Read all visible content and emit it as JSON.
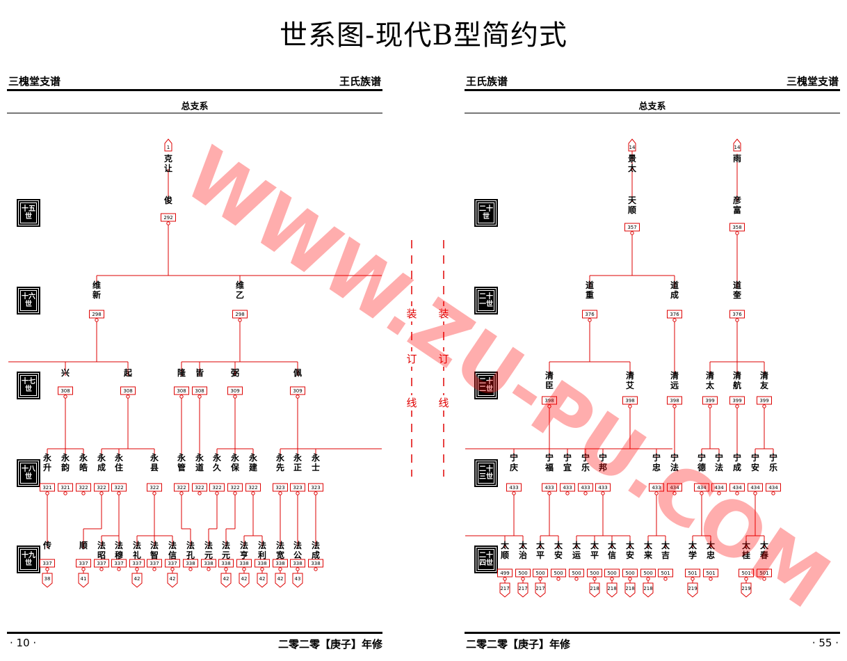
{
  "main_title": "世系图-现代B型简约式",
  "left_page": {
    "header_left": "三槐堂支谱",
    "header_right": "王氏族谱",
    "section_title": "总支系",
    "footer_left": "· 10 ·",
    "footer_right": "二零二零【庚子】年修",
    "generations": [
      "十五世",
      "十六世",
      "十七世",
      "十八世",
      "十九世"
    ]
  },
  "right_page": {
    "header_left": "王氏族谱",
    "header_right": "三槐堂支谱",
    "section_title": "总支系",
    "footer_left": "二零二零【庚子】年修",
    "footer_right": "· 55 ·",
    "generations": [
      "二十世",
      "二十一世",
      "二十二世",
      "二十三世",
      "二十四世"
    ]
  },
  "binding": {
    "chars": [
      "装",
      "订",
      "线"
    ]
  },
  "watermark": "WWW.ZU-PU.COM",
  "colors": {
    "line": "#cc0000",
    "binding": "#e00000",
    "watermark": "#ff0000"
  },
  "tree": {
    "nodes": [
      {
        "id": "a",
        "name": "克让",
        "box": "1",
        "row": "top"
      },
      {
        "id": "b",
        "name": "俊",
        "box": "292",
        "row": "g1"
      },
      {
        "id": "c",
        "name": "维新",
        "box": "298",
        "row": "g2"
      },
      {
        "id": "d",
        "name": "维乙",
        "box": "298",
        "row": "g2"
      },
      {
        "id": "e",
        "name": "兴",
        "box": "308",
        "row": "g3"
      },
      {
        "id": "f",
        "name": "起",
        "box": "308",
        "row": "g3"
      },
      {
        "id": "g",
        "name": "隆",
        "box": "308",
        "row": "g3"
      },
      {
        "id": "h",
        "name": "皆",
        "box": "308",
        "row": "g3"
      },
      {
        "id": "i",
        "name": "弼",
        "box": "309",
        "row": "g3"
      },
      {
        "id": "j",
        "name": "佩",
        "box": "309",
        "row": "g3"
      },
      {
        "id": "k1",
        "name": "永升",
        "box": "321",
        "row": "g4"
      },
      {
        "id": "k2",
        "name": "永韵",
        "box": "321",
        "row": "g4"
      },
      {
        "id": "k3",
        "name": "永皓",
        "box": "322",
        "row": "g4"
      },
      {
        "id": "k4",
        "name": "永成",
        "box": "322",
        "row": "g4"
      },
      {
        "id": "k5",
        "name": "永住",
        "box": "322",
        "row": "g4"
      },
      {
        "id": "k6",
        "name": "永县",
        "box": "322",
        "row": "g4"
      },
      {
        "id": "k7",
        "name": "永管",
        "box": "322",
        "row": "g4"
      },
      {
        "id": "k8",
        "name": "永道",
        "box": "322",
        "row": "g4"
      },
      {
        "id": "k9",
        "name": "永久",
        "box": "322",
        "row": "g4"
      },
      {
        "id": "k10",
        "name": "永保",
        "box": "322",
        "row": "g4"
      },
      {
        "id": "k11",
        "name": "永建",
        "box": "322",
        "row": "g4"
      },
      {
        "id": "k12",
        "name": "永先",
        "box": "323",
        "row": "g4"
      },
      {
        "id": "k13",
        "name": "永正",
        "box": "323",
        "row": "g4"
      },
      {
        "id": "k14",
        "name": "永士",
        "box": "323",
        "row": "g4"
      },
      {
        "id": "m1",
        "name": "传",
        "box": "337",
        "tail": "38",
        "row": "g5"
      },
      {
        "id": "m2",
        "name": "顺",
        "box": "337",
        "tail": "41",
        "row": "g5"
      },
      {
        "id": "m3",
        "name": "法昭",
        "box": "337",
        "row": "g5"
      },
      {
        "id": "m4",
        "name": "法穆",
        "box": "337",
        "row": "g5"
      },
      {
        "id": "m5",
        "name": "法礼",
        "box": "337",
        "tail": "42",
        "row": "g5"
      },
      {
        "id": "m6",
        "name": "法智",
        "box": "337",
        "row": "g5"
      },
      {
        "id": "m7",
        "name": "法信",
        "box": "337",
        "tail": "42",
        "row": "g5"
      },
      {
        "id": "m8",
        "name": "法孔",
        "box": "338",
        "row": "g5"
      },
      {
        "id": "m9",
        "name": "法元",
        "box": "338",
        "row": "g5"
      },
      {
        "id": "m10",
        "name": "法元",
        "box": "338",
        "tail": "42",
        "row": "g5"
      },
      {
        "id": "m11",
        "name": "法亨",
        "box": "338",
        "tail": "42",
        "row": "g5"
      },
      {
        "id": "m12",
        "name": "法利",
        "box": "338",
        "tail": "42",
        "row": "g5"
      },
      {
        "id": "m13",
        "name": "法宽",
        "box": "338",
        "tail": "42",
        "row": "g5"
      },
      {
        "id": "m14",
        "name": "法公",
        "box": "338",
        "tail": "43",
        "row": "g5"
      },
      {
        "id": "m15",
        "name": "法成",
        "box": "338",
        "row": "g5"
      },
      {
        "id": "A",
        "name": "景太",
        "box": "14",
        "row": "top"
      },
      {
        "id": "B",
        "name": "雨",
        "box": "14",
        "row": "top"
      },
      {
        "id": "C",
        "name": "天顺",
        "box": "357",
        "row": "g1"
      },
      {
        "id": "D",
        "name": "彦富",
        "box": "358",
        "row": "g1"
      },
      {
        "id": "E",
        "name": "道重",
        "box": "376",
        "row": "g2"
      },
      {
        "id": "F",
        "name": "道成",
        "box": "376",
        "row": "g2"
      },
      {
        "id": "G",
        "name": "道奎",
        "box": "376",
        "row": "g2"
      },
      {
        "id": "H",
        "name": "清臣",
        "box": "398",
        "row": "g3"
      },
      {
        "id": "I",
        "name": "清艾",
        "box": "398",
        "row": "g3"
      },
      {
        "id": "J",
        "name": "清远",
        "box": "398",
        "row": "g3"
      },
      {
        "id": "K",
        "name": "清太",
        "box": "399",
        "row": "g3"
      },
      {
        "id": "L",
        "name": "清航",
        "box": "399",
        "row": "g3"
      },
      {
        "id": "M",
        "name": "清友",
        "box": "399",
        "row": "g3"
      },
      {
        "id": "N1",
        "name": "宁庆",
        "box": "433",
        "row": "g4"
      },
      {
        "id": "N2",
        "name": "宁福",
        "box": "433",
        "row": "g4"
      },
      {
        "id": "N3",
        "name": "宁宜",
        "box": "433",
        "row": "g4"
      },
      {
        "id": "N4",
        "name": "宁乐",
        "box": "433",
        "row": "g4"
      },
      {
        "id": "N5",
        "name": "宁邦",
        "box": "433",
        "row": "g4"
      },
      {
        "id": "N6",
        "name": "宁忠",
        "box": "433",
        "row": "g4"
      },
      {
        "id": "N7",
        "name": "宁法",
        "box": "434",
        "row": "g4"
      },
      {
        "id": "N8",
        "name": "宁德",
        "box": "434",
        "row": "g4"
      },
      {
        "id": "N9",
        "name": "宁法",
        "box": "434",
        "row": "g4"
      },
      {
        "id": "N10",
        "name": "宁成",
        "box": "434",
        "row": "g4"
      },
      {
        "id": "N11",
        "name": "宁安",
        "box": "434",
        "row": "g4"
      },
      {
        "id": "N12",
        "name": "宁乐",
        "box": "434",
        "row": "g4"
      },
      {
        "id": "P1",
        "name": "太顺",
        "box": "499",
        "tail": "217",
        "row": "g5"
      },
      {
        "id": "P2",
        "name": "太治",
        "box": "500",
        "tail": "217",
        "row": "g5"
      },
      {
        "id": "P3",
        "name": "太平",
        "box": "500",
        "tail": "217",
        "row": "g5"
      },
      {
        "id": "P4",
        "name": "太安",
        "box": "500",
        "row": "g5"
      },
      {
        "id": "P5",
        "name": "太运",
        "box": "500",
        "row": "g5"
      },
      {
        "id": "P6",
        "name": "太平",
        "box": "500",
        "tail": "218",
        "row": "g5"
      },
      {
        "id": "P7",
        "name": "太信",
        "box": "500",
        "tail": "218",
        "row": "g5"
      },
      {
        "id": "P8",
        "name": "太安",
        "box": "500",
        "tail": "218",
        "row": "g5"
      },
      {
        "id": "P9",
        "name": "太来",
        "box": "500",
        "tail": "218",
        "row": "g5"
      },
      {
        "id": "P10",
        "name": "太吉",
        "box": "501",
        "row": "g5"
      },
      {
        "id": "P11",
        "name": "太学",
        "box": "501",
        "tail": "219",
        "row": "g5"
      },
      {
        "id": "P12",
        "name": "太忠",
        "box": "501",
        "row": "g5"
      },
      {
        "id": "P13",
        "name": "太桂",
        "box": "501",
        "tail": "219",
        "row": "g5"
      },
      {
        "id": "P14",
        "name": "太春",
        "box": "501",
        "row": "g5"
      }
    ]
  }
}
